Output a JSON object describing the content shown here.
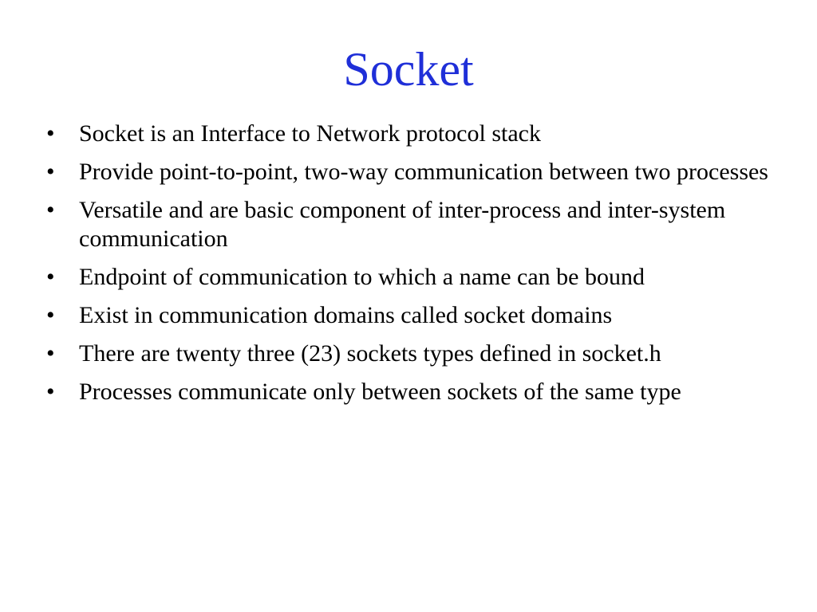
{
  "slide": {
    "title": "Socket",
    "title_color": "#1f2fd8",
    "bullet_char": "•",
    "bullets": [
      "Socket is an Interface to Network protocol stack",
      "Provide point-to-point, two-way communication between two processes",
      "Versatile and are basic component of inter-process and inter-system communication",
      "Endpoint of communication to which a name can be bound",
      "Exist in communication domains called socket domains",
      "There are twenty three (23) sockets types defined in socket.h",
      "Processes communicate only between sockets of the same type"
    ]
  }
}
